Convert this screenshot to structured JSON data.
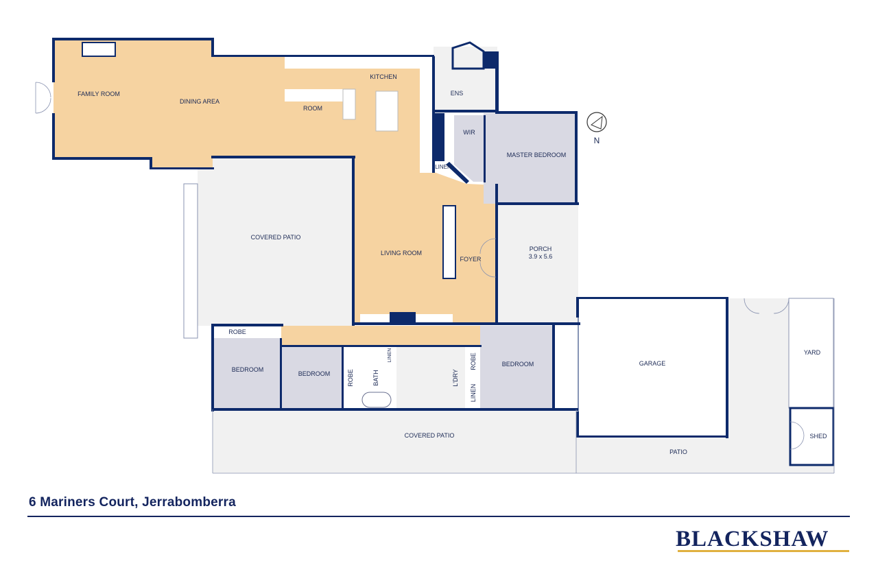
{
  "plan": {
    "rooms": {
      "family_room": "FAMILY ROOM",
      "dining_area": "DINING AREA",
      "kitchen": "KITCHEN",
      "room": "ROOM",
      "ens": "ENS",
      "wir": "WIR",
      "master_bedroom": "MASTER BEDROOM",
      "linen_top": "LINEN",
      "covered_patio_left": "COVERED PATIO",
      "living_room": "LIVING ROOM",
      "foyer": "FOYER",
      "porch": "PORCH",
      "porch_size": "3.9 x 5.6",
      "robe_1": "ROBE",
      "bedroom_1": "BEDROOM",
      "bedroom_2": "BEDROOM",
      "robe_2": "ROBE",
      "bath": "BATH",
      "linen_2": "LINEN",
      "laundry": "L'DRY",
      "robe_3": "ROBE",
      "linen_3": "LINEN",
      "bedroom_3": "BEDROOM",
      "garage": "GARAGE",
      "yard": "YARD",
      "shed": "SHED",
      "covered_patio_bottom": "COVERED PATIO",
      "patio": "PATIO"
    },
    "compass": "N",
    "colors": {
      "living": "#f6d3a1",
      "bedroom": "#d9d9e3",
      "outdoor": "#f1f1f1",
      "walls": "#0d2a6b",
      "accent": "#e0b13f"
    }
  },
  "footer": {
    "address": "6 Mariners Court, Jerrabomberra",
    "brand": "BLACKSHAW"
  }
}
